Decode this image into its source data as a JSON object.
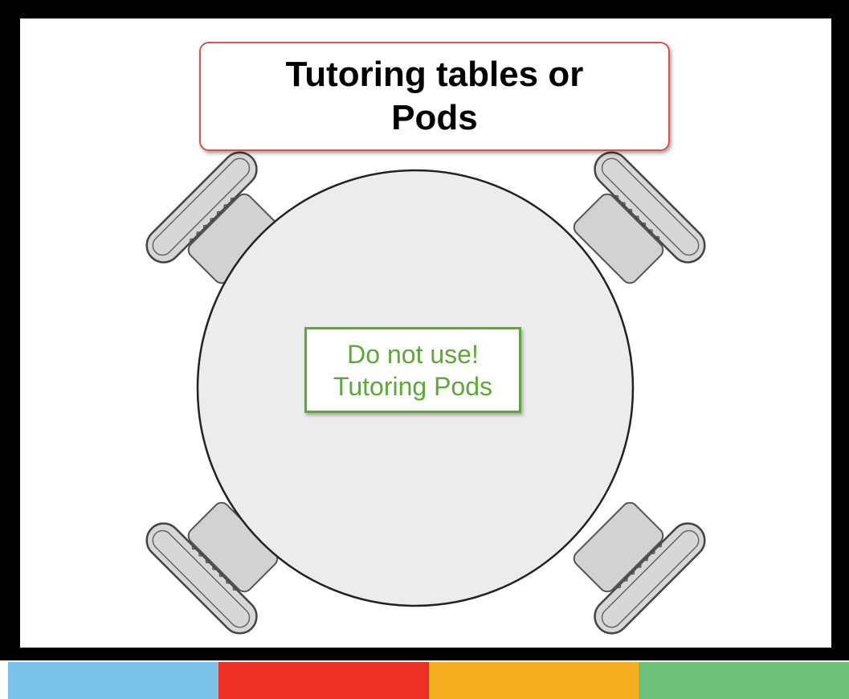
{
  "diagram": {
    "title": "Tutoring tables or Pods",
    "table_label": {
      "line1": "Do not use!",
      "line2": "Tutoring Pods"
    },
    "chairs": [
      "top-left",
      "top-right",
      "bottom-left",
      "bottom-right"
    ]
  },
  "colors": {
    "frame": "#000000",
    "title_border": "#d9534f",
    "label_border": "#5ea83a",
    "label_text": "#5ea83a",
    "table_fill": "#ececec",
    "chair_fill": "#d2d2d2"
  },
  "color_bar": {
    "segments": [
      {
        "name": "blue",
        "color": "#7ac2ea"
      },
      {
        "name": "red",
        "color": "#ec3025"
      },
      {
        "name": "orange",
        "color": "#f4ae20"
      },
      {
        "name": "green",
        "color": "#6cc07a"
      }
    ]
  }
}
